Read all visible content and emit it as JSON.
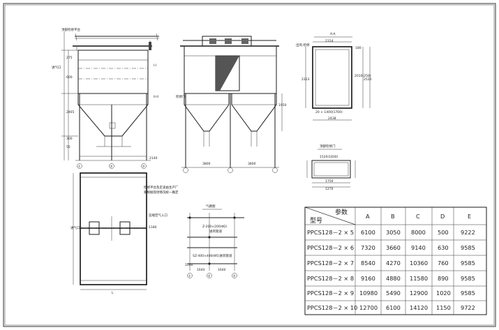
{
  "views": {
    "front": {
      "top_note": "顶部检修平台",
      "left_label": "进气口",
      "row_labels": [
        "I-I",
        "II-II"
      ],
      "marks": [
        "275",
        "600",
        "2465",
        "300",
        "55"
      ],
      "axes": [
        "①",
        "②",
        "③"
      ],
      "bottom_dim": "2140"
    },
    "side": {
      "side_label": "检修门",
      "right_dim": "1950",
      "bottom_dims": [
        "3800",
        "3800"
      ]
    },
    "top_section": {
      "header": "A-A",
      "left_mark": "出风-检修",
      "dims": [
        "2314",
        "2313",
        "2520",
        "2010(250)",
        "180",
        "2438"
      ],
      "note": "20 × 1400(1700)"
    },
    "detail": {
      "header": "顶部检修门",
      "dims": [
        "1520(1830)",
        "1750",
        "1270"
      ]
    },
    "plan": {
      "note_lines": [
        "检修平台及走道由生产厂",
        "家根据现场情况统一确定"
      ],
      "outlet_label": "压缩空气入口",
      "side_dim": "1180",
      "inlet_label": "进气口",
      "bottom_label": "L"
    },
    "pipeline": {
      "header": "气路图",
      "pipe_a": "Z-200×200(Φ2)",
      "pipe_a_sub": "进风管道",
      "pipe_b": "SZ-400×400(Φ5)进风管道",
      "dims": [
        "1200",
        "1640",
        "1640"
      ],
      "axes": [
        "①",
        "②",
        "③"
      ]
    }
  },
  "table": {
    "header_param": "参数",
    "header_model": "型号",
    "columns": [
      "A",
      "B",
      "C",
      "D",
      "E"
    ],
    "rows": [
      {
        "model": "PPCS128－2 × 5",
        "values": [
          "6100",
          "3050",
          "8000",
          "500",
          "9222"
        ]
      },
      {
        "model": "PPCS128－2 × 6",
        "values": [
          "7320",
          "3660",
          "9140",
          "630",
          "9585"
        ]
      },
      {
        "model": "PPCS128－2 × 7",
        "values": [
          "8540",
          "4270",
          "10360",
          "760",
          "9585"
        ]
      },
      {
        "model": "PPCS128－2 × 8",
        "values": [
          "9160",
          "4880",
          "11580",
          "890",
          "9585"
        ]
      },
      {
        "model": "PPCS128－2 × 9",
        "values": [
          "10980",
          "5490",
          "12900",
          "1020",
          "9585"
        ]
      },
      {
        "model": "PPCS128－2 × 10",
        "values": [
          "12700",
          "6100",
          "14120",
          "1150",
          "9722"
        ]
      }
    ]
  }
}
